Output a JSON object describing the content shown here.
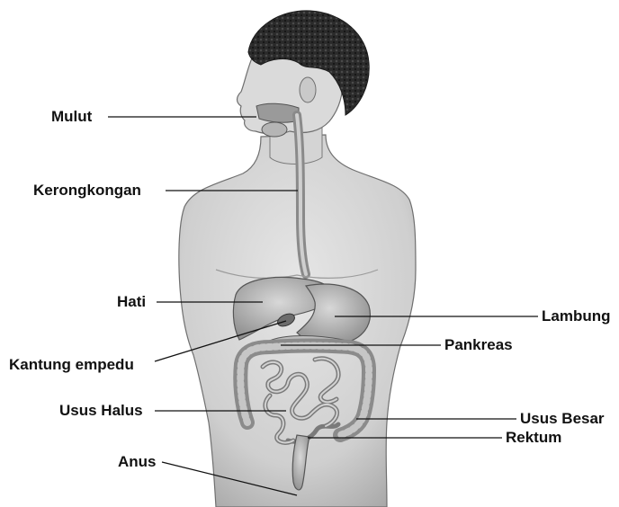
{
  "diagram": {
    "labels": {
      "mulut": "Mulut",
      "kerongkongan": "Kerongkongan",
      "hati": "Hati",
      "kantung_empedu": "Kantung empedu",
      "usus_halus": "Usus Halus",
      "anus": "Anus",
      "lambung": "Lambung",
      "pankreas": "Pankreas",
      "usus_besar": "Usus Besar",
      "rektum": "Rektum"
    }
  }
}
